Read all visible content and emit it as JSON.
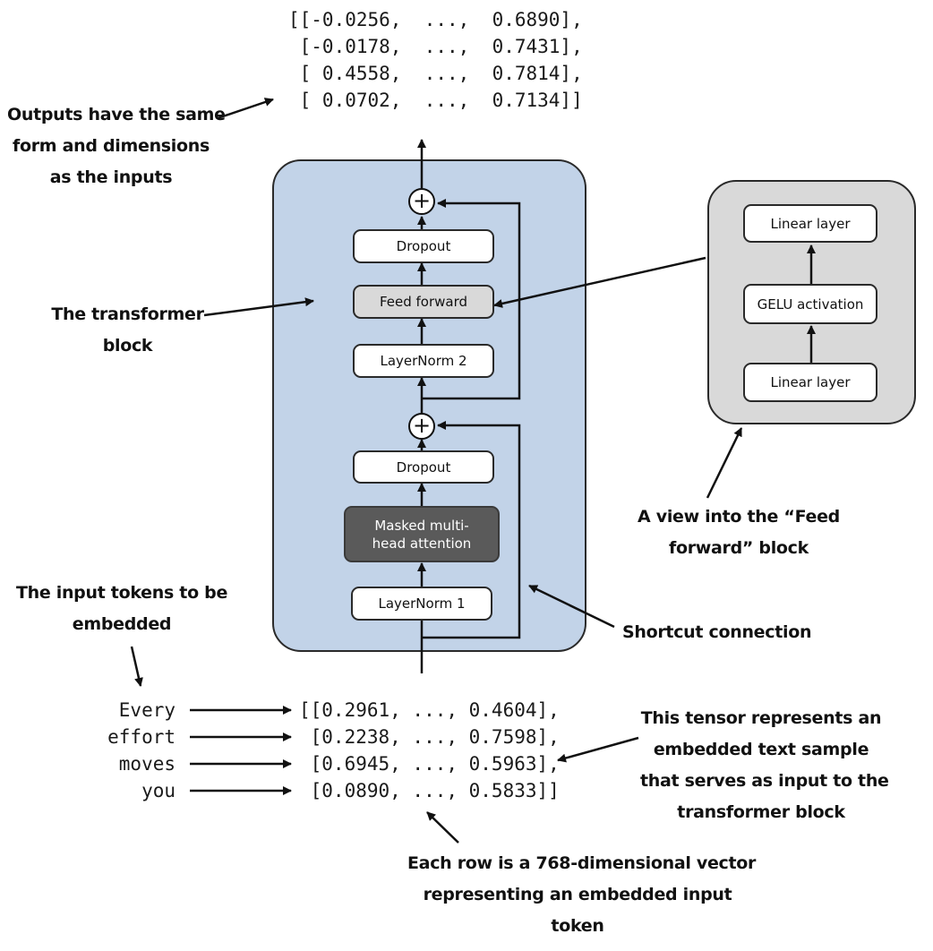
{
  "diagram": {
    "output_tensor": [
      "[[-0.0256,  ...,  0.6890],",
      " [-0.0178,  ...,  0.7431],",
      " [ 0.4558,  ...,  0.7814],",
      " [ 0.0702,  ...,  0.7134]]"
    ],
    "blocks": {
      "dropout_top": "Dropout",
      "feed_forward": "Feed forward",
      "layernorm_2": "LayerNorm 2",
      "dropout_bottom": "Dropout",
      "attention": "Masked multi-head attention",
      "layernorm_1": "LayerNorm 1",
      "plus_symbol": "+"
    },
    "feed_forward_detail": {
      "linear_top": "Linear layer",
      "gelu": "GELU activation",
      "linear_bottom": "Linear layer"
    },
    "input_tokens": [
      "Every",
      "effort",
      "moves",
      "you"
    ],
    "input_tensor": [
      "[[0.2961, ..., 0.4604],",
      " [0.2238, ..., 0.7598],",
      " [0.6945, ..., 0.5963],",
      " [0.0890, ..., 0.5833]]"
    ],
    "annotations": {
      "outputs": [
        "Outputs have the same",
        "form and dimensions",
        "as the inputs"
      ],
      "transformer_block": [
        "The transformer",
        "block"
      ],
      "input_tokens": [
        "The input tokens to be",
        "embedded"
      ],
      "ff_view": [
        "A view into the  “Feed",
        "forward” block"
      ],
      "shortcut": [
        "Shortcut connection"
      ],
      "tensor": [
        "This tensor represents an",
        "embedded text sample",
        "that serves as input to the",
        "transformer block"
      ],
      "row": [
        "Each row is a 768-dimensional vector",
        "representing an embedded input",
        "token"
      ]
    },
    "colors": {
      "block_fill": "#c2d3e8",
      "detail_fill": "#d9d9d9",
      "ff_box_fill": "#d9d9d9",
      "attention_fill": "#5a5a5a",
      "line": "#111111"
    }
  }
}
